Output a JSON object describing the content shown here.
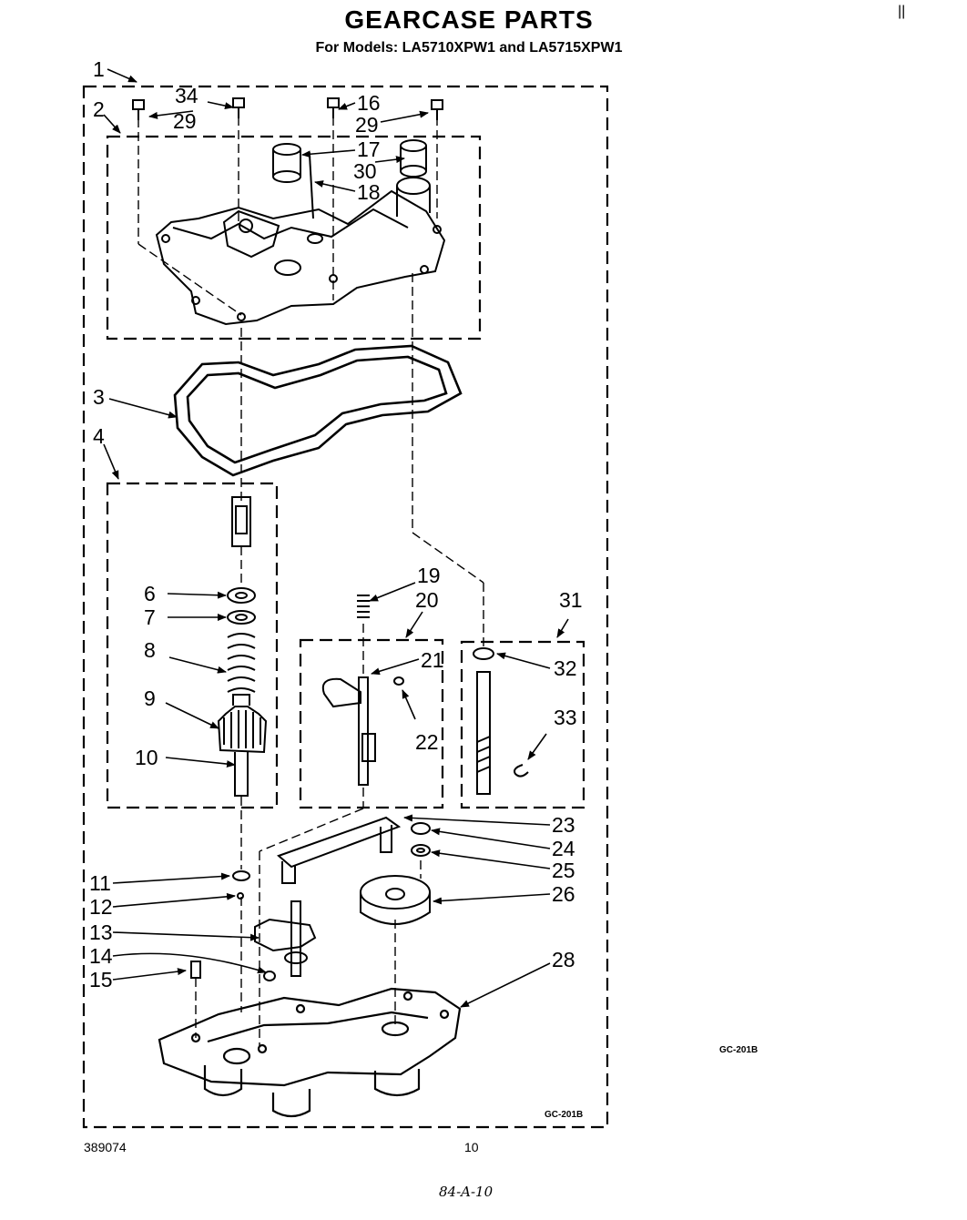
{
  "header": {
    "title": "GEARCASE PARTS",
    "subtitle": "For Models: LA5710XPW1 and LA5715XPW1"
  },
  "footer": {
    "doc_number": "389074",
    "page_number": "10",
    "code_inside": "GC-201B",
    "code_outside": "GC-201B",
    "handwritten": "84-A-10",
    "corner_mark": "||"
  },
  "callouts": {
    "c1": "1",
    "c2": "2",
    "c3": "3",
    "c4": "4",
    "c6": "6",
    "c7": "7",
    "c8": "8",
    "c9": "9",
    "c10": "10",
    "c11": "11",
    "c12": "12",
    "c13": "13",
    "c14": "14",
    "c15": "15",
    "c16": "16",
    "c17": "17",
    "c18": "18",
    "c19": "19",
    "c20": "20",
    "c21": "21",
    "c22": "22",
    "c23": "23",
    "c24": "24",
    "c25": "25",
    "c26": "26",
    "c28": "28",
    "c29a": "29",
    "c29b": "29",
    "c30": "30",
    "c31": "31",
    "c32": "32",
    "c33": "33",
    "c34": "34"
  }
}
